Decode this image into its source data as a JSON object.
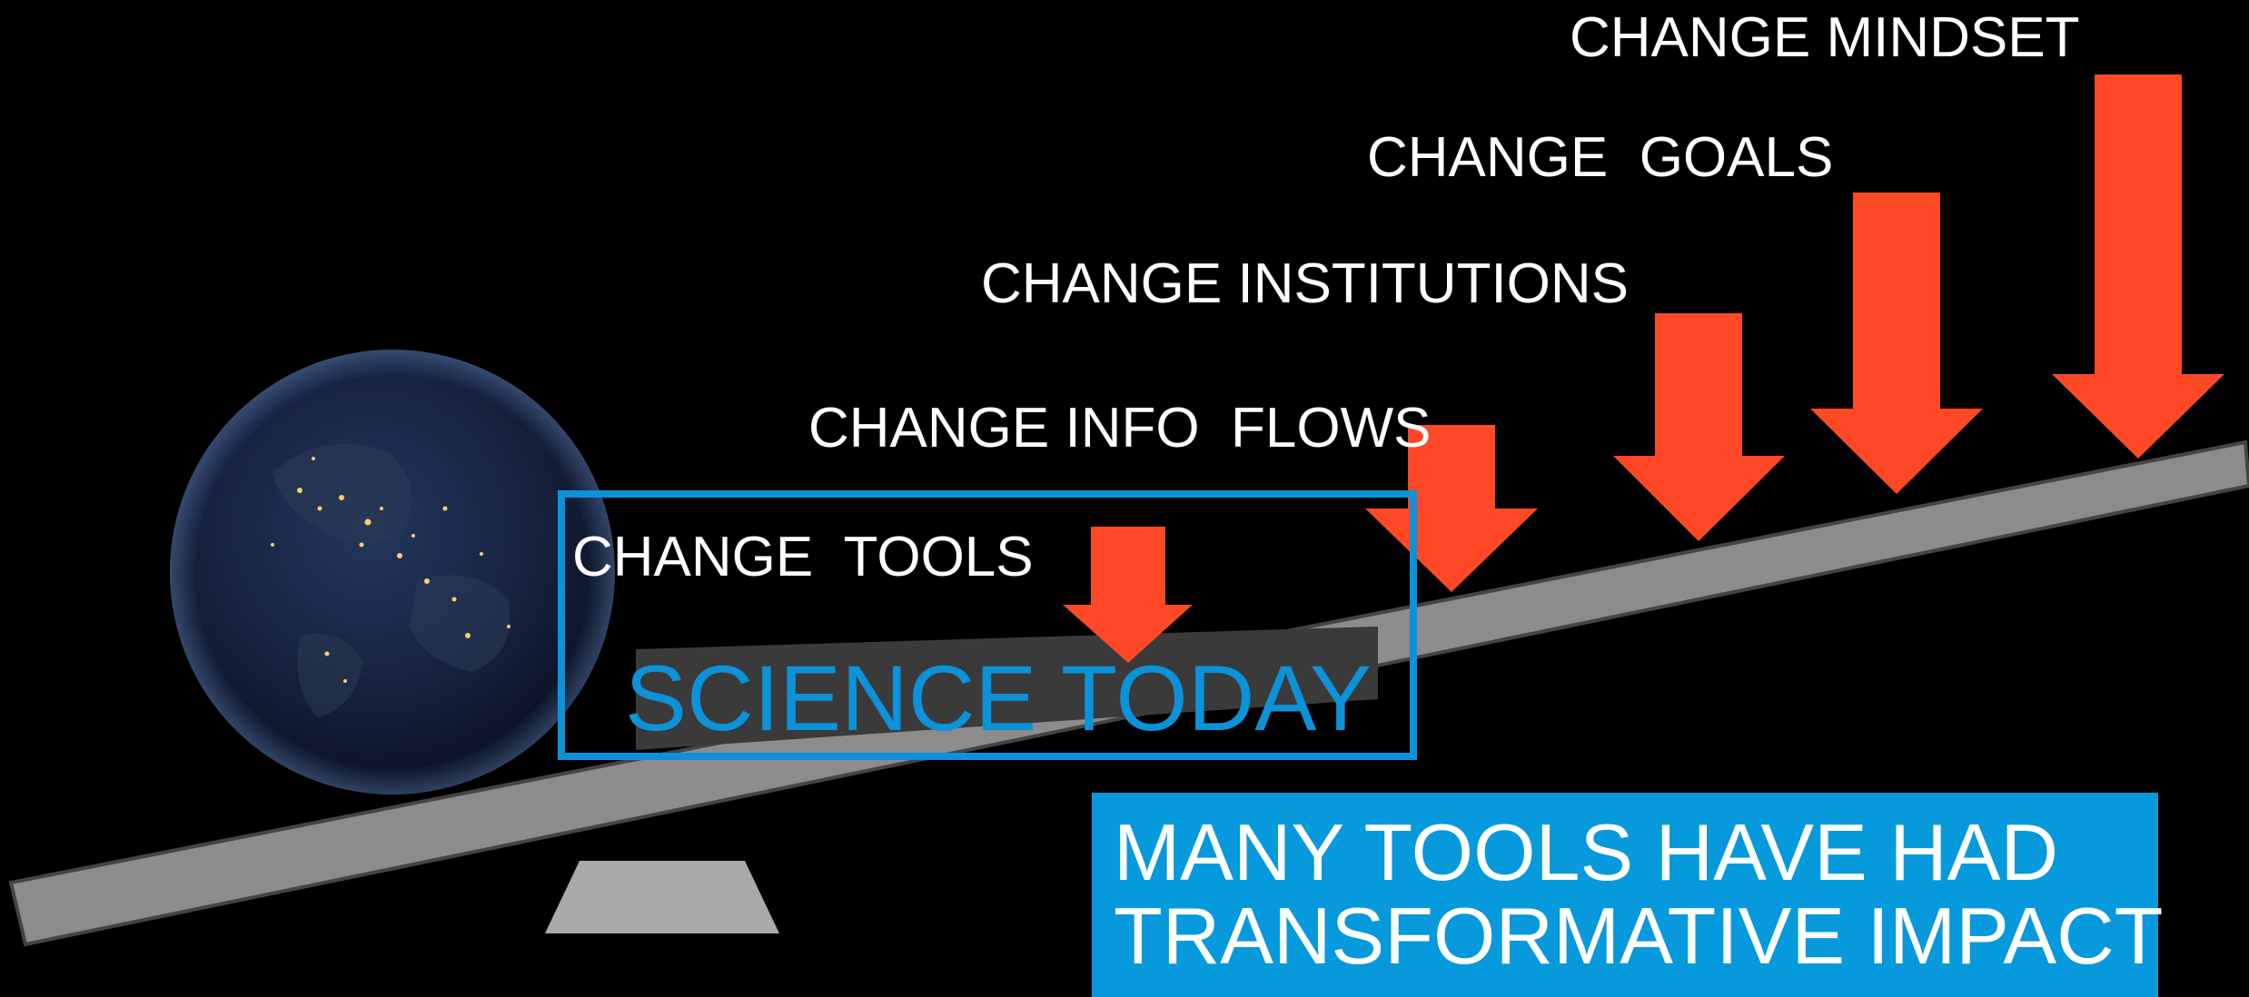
{
  "colors": {
    "background": "#000000",
    "arrow": "#ff4826",
    "beam": "#8c8c8c",
    "accent_blue": "#0699dc",
    "label": "#ffffff"
  },
  "icons": [
    "earth-globe-image",
    "fulcrum-shape",
    "lever-beam"
  ],
  "changes": [
    {
      "label": "CHANGE  TOOLS"
    },
    {
      "label": "CHANGE INFO  FLOWS"
    },
    {
      "label": "CHANGE INSTITUTIONS"
    },
    {
      "label": "CHANGE  GOALS"
    },
    {
      "label": "CHANGE MINDSET"
    }
  ],
  "science_box": {
    "label": "SCIENCE TODAY"
  },
  "callout": {
    "line1": "MANY TOOLS HAVE HAD",
    "line2": "TRANSFORMATIVE IMPACT"
  }
}
